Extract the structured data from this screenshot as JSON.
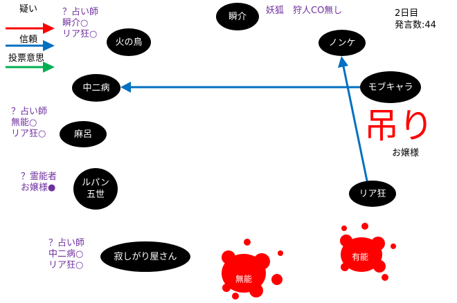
{
  "legend": {
    "suspect": "疑い",
    "trust": "信頼",
    "vote_intent": "投票意思",
    "colors": {
      "suspect": "#ff0000",
      "trust": "#0070c0",
      "vote": "#00b050"
    }
  },
  "status": {
    "day": "2日目",
    "posts": "発言数:44"
  },
  "header_note": "妖狐　狩人CO無し",
  "nodes": {
    "shunsuke": "瞬介",
    "nonke": "ノンケ",
    "hinotori": "火の鳥",
    "chuunibyou": "中二病",
    "mobchara": "モブキャラ",
    "maro": "麻呂",
    "lupin": "ルパン\n五世",
    "riakyou": "リア狂",
    "sabishigariya": "寂しがり屋さん"
  },
  "notes": {
    "hinotori": [
      "？占い師",
      "瞬介○",
      "リア狂○"
    ],
    "maro": [
      "？占い師",
      "無能○",
      "リア狂○"
    ],
    "lupin": [
      "？霊能者",
      "お嬢様●"
    ],
    "sabishigariya": [
      "？占い師",
      "中二病○",
      "リア狂○"
    ]
  },
  "hanged": {
    "label": "吊り",
    "name": "お嬢様"
  },
  "dead": {
    "munou": "無能",
    "yuunou": "有能"
  }
}
